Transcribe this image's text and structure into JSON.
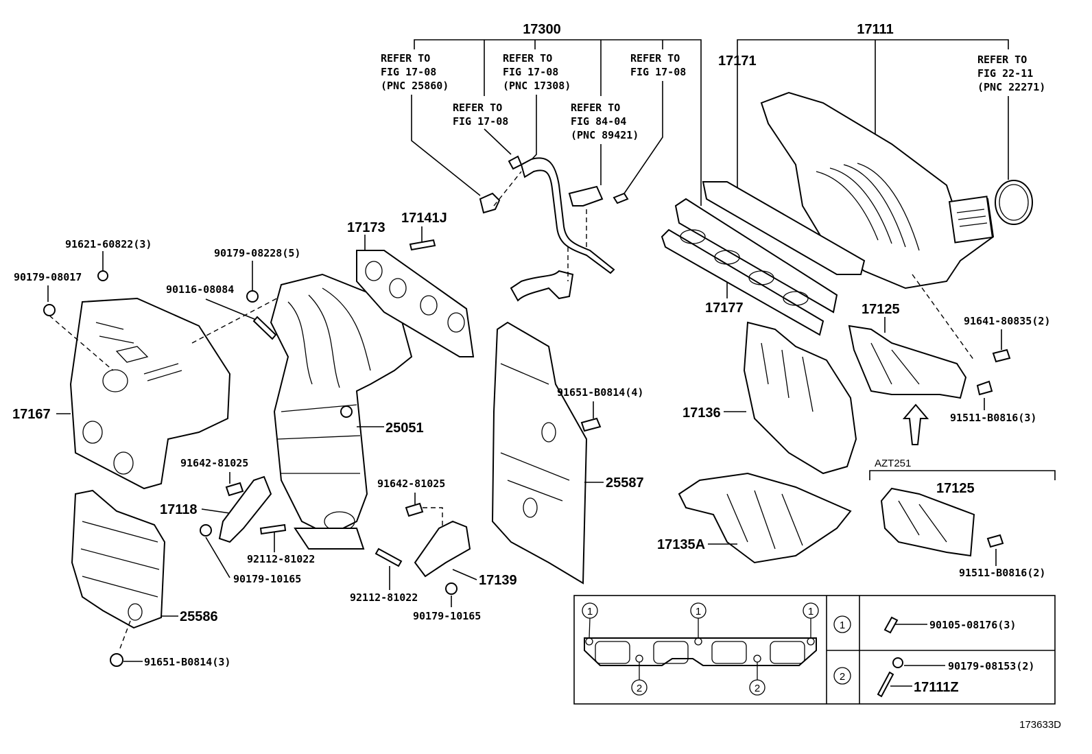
{
  "figure_id": "173633D",
  "group_labels": {
    "g17300": "17300",
    "g17111": "17111"
  },
  "refer_notes": {
    "r1": [
      "REFER TO",
      "FIG 17-08",
      "(PNC 25860)"
    ],
    "r2": [
      "REFER TO",
      "FIG 17-08"
    ],
    "r3": [
      "REFER TO",
      "FIG 17-08",
      "(PNC 17308)"
    ],
    "r4": [
      "REFER TO",
      "FIG 84-04",
      "(PNC 89421)"
    ],
    "r5": [
      "REFER TO",
      "FIG 17-08"
    ],
    "r6": [
      "REFER TO",
      "FIG 22-11",
      "(PNC 22271)"
    ]
  },
  "parts": {
    "p17171": "17171",
    "p17177": "17177",
    "p17173": "17173",
    "p17141J": "17141J",
    "p91621": "91621-60822(3)",
    "p90179_08017": "90179-08017",
    "p90179_08228": "90179-08228(5)",
    "p90116": "90116-08084",
    "p17167": "17167",
    "p25051": "25051",
    "p91651_4": "91651-B0814(4)",
    "p25587": "25587",
    "p17136": "17136",
    "p17125a": "17125",
    "p91641": "91641-80835(2)",
    "p91511_3": "91511-B0816(3)",
    "pAZT251": "AZT251",
    "p17125b": "17125",
    "p91511_2": "91511-B0816(2)",
    "p17135A": "17135A",
    "p91642a": "91642-81025",
    "p17118": "17118",
    "p92112a": "92112-81022",
    "p90179_10165a": "90179-10165",
    "p91642b": "91642-81025",
    "p92112b": "92112-81022",
    "p17139": "17139",
    "p90179_10165b": "90179-10165",
    "p25586": "25586",
    "p91651_3": "91651-B0814(3)"
  },
  "legend": {
    "marker1": "1",
    "marker2": "2",
    "row1_part": "90105-08176(3)",
    "row2_part_a": "90179-08153(2)",
    "row2_part_b": "17111Z"
  }
}
